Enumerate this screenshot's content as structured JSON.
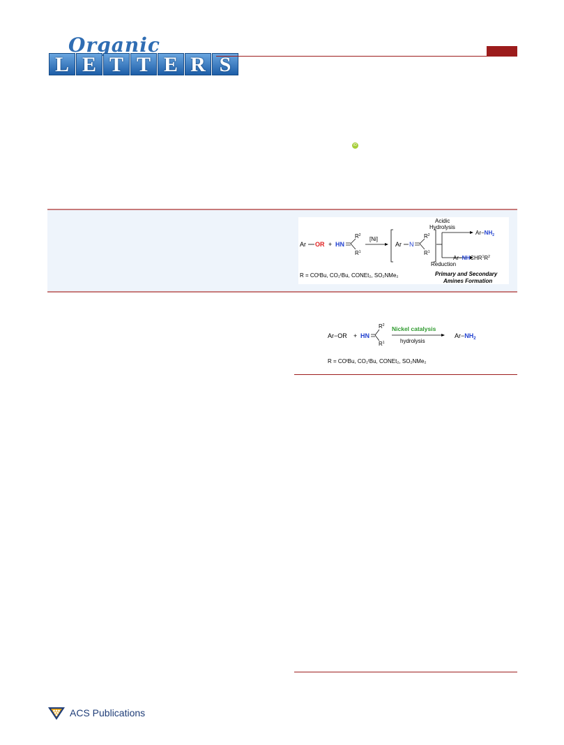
{
  "journal": {
    "logo_top": "Organic",
    "logo_letters": [
      "L",
      "E",
      "T",
      "T",
      "E",
      "R",
      "S"
    ],
    "accent_color": "#9c1c1c",
    "orcid_label": "iD"
  },
  "toc_graphic": {
    "ar": "Ar",
    "or": "OR",
    "plus": "+",
    "hn": "HN",
    "r2": "R",
    "r1": "R",
    "sup2": "2",
    "sup1": "1",
    "catalyst": "[Ni]",
    "intermediate_n": "N",
    "acidic": "Acidic",
    "hydrolysis": "Hydrolysis",
    "reduction": "Reduction",
    "nh2": "NH",
    "nh2_sub": "2",
    "nhchr": "NH",
    "chr_text": "CHR",
    "r_def": "R = COᵗBu, CO₂ᵗBu, CONEt₂, SO₂NMe₂",
    "caption_line1": "Primary and Secondary",
    "caption_line2": "Amines Formation"
  },
  "scheme": {
    "ar_or": "Ar−OR",
    "plus": "+",
    "hn": "HN",
    "r2": "R",
    "r1": "R",
    "sup2": "2",
    "sup1": "1",
    "catalysis": "Nickel catalysis",
    "hydrolysis": "hydrolysis",
    "ar": "Ar−",
    "nh": "NH",
    "sub2": "2",
    "r_def": "R = COᵗBu, CO₂ᵗBu, CONEt₂, SO₂NMe₂"
  },
  "publisher": {
    "name": "ACS Publications"
  }
}
